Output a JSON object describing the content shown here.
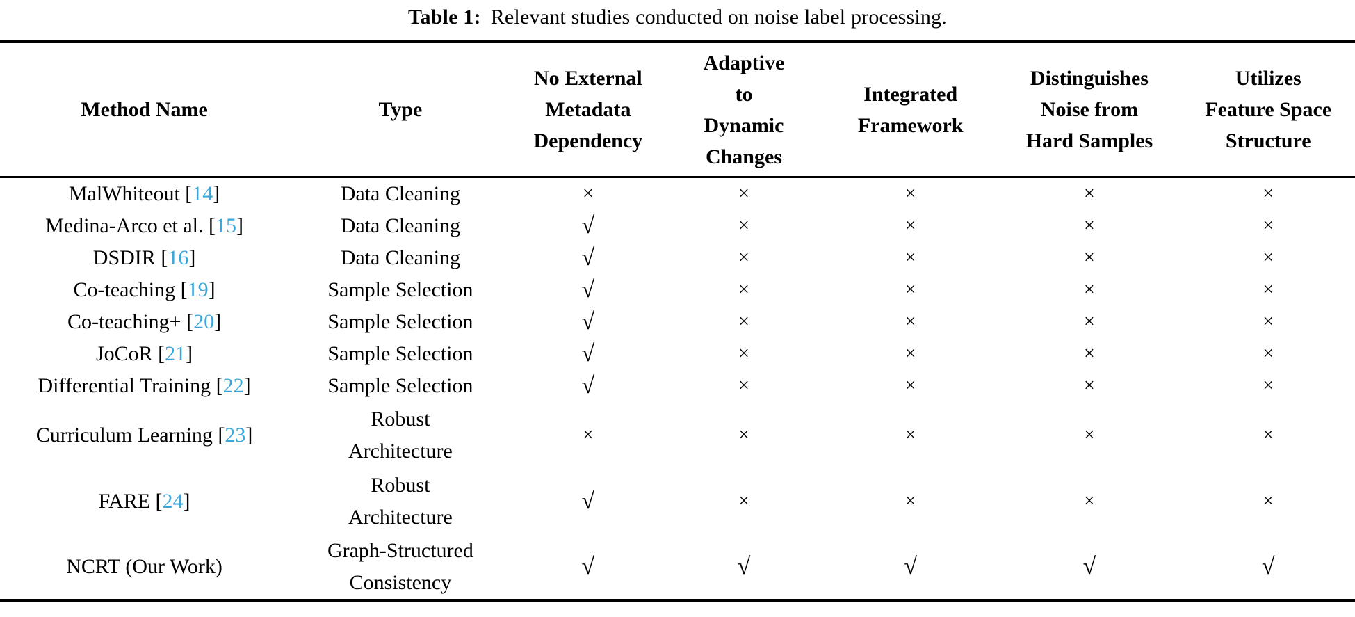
{
  "caption": {
    "label": "Table 1:",
    "text": "Relevant studies conducted on noise label processing."
  },
  "colors": {
    "citation_link": "#3AA7DB",
    "rule": "#000000",
    "background": "#ffffff"
  },
  "glyphs": {
    "check": "√",
    "cross": "×"
  },
  "table": {
    "columns": [
      {
        "id": "method-name",
        "lines": [
          "Method Name"
        ]
      },
      {
        "id": "type",
        "lines": [
          "Type"
        ]
      },
      {
        "id": "no-external-metadata-dependency",
        "lines": [
          "No External",
          "Metadata",
          "Dependency"
        ]
      },
      {
        "id": "adaptive-to-dynamic-changes",
        "lines": [
          "Adaptive",
          "to",
          "Dynamic",
          "Changes"
        ]
      },
      {
        "id": "integrated-framework",
        "lines": [
          "Integrated",
          "Framework"
        ]
      },
      {
        "id": "distinguishes-noise-from-hard-samples",
        "lines": [
          "Distinguishes",
          "Noise from",
          "Hard Samples"
        ]
      },
      {
        "id": "utilizes-feature-space-structure",
        "lines": [
          "Utilizes",
          "Feature Space",
          "Structure"
        ]
      }
    ],
    "rows": [
      {
        "method": "MalWhiteout",
        "cite": "14",
        "type_lines": [
          "Data Cleaning"
        ],
        "marks": [
          "cross",
          "cross",
          "cross",
          "cross",
          "cross"
        ]
      },
      {
        "method": "Medina-Arco et al.",
        "cite": "15",
        "type_lines": [
          "Data Cleaning"
        ],
        "marks": [
          "check",
          "cross",
          "cross",
          "cross",
          "cross"
        ]
      },
      {
        "method": "DSDIR",
        "cite": "16",
        "type_lines": [
          "Data Cleaning"
        ],
        "marks": [
          "check",
          "cross",
          "cross",
          "cross",
          "cross"
        ]
      },
      {
        "method": "Co-teaching",
        "cite": "19",
        "type_lines": [
          "Sample Selection"
        ],
        "marks": [
          "check",
          "cross",
          "cross",
          "cross",
          "cross"
        ]
      },
      {
        "method": "Co-teaching+",
        "cite": "20",
        "type_lines": [
          "Sample Selection"
        ],
        "marks": [
          "check",
          "cross",
          "cross",
          "cross",
          "cross"
        ]
      },
      {
        "method": "JoCoR",
        "cite": "21",
        "type_lines": [
          "Sample Selection"
        ],
        "marks": [
          "check",
          "cross",
          "cross",
          "cross",
          "cross"
        ]
      },
      {
        "method": "Differential Training",
        "cite": "22",
        "type_lines": [
          "Sample Selection"
        ],
        "marks": [
          "check",
          "cross",
          "cross",
          "cross",
          "cross"
        ]
      },
      {
        "method": "Curriculum Learning",
        "cite": "23",
        "type_lines": [
          "Robust",
          "Architecture"
        ],
        "marks": [
          "cross",
          "cross",
          "cross",
          "cross",
          "cross"
        ]
      },
      {
        "method": "FARE",
        "cite": "24",
        "type_lines": [
          "Robust",
          "Architecture"
        ],
        "marks": [
          "check",
          "cross",
          "cross",
          "cross",
          "cross"
        ]
      },
      {
        "method": "NCRT (Our Work)",
        "cite": null,
        "type_lines": [
          "Graph-Structured",
          "Consistency"
        ],
        "marks": [
          "check",
          "check",
          "check",
          "check",
          "check"
        ]
      }
    ]
  }
}
